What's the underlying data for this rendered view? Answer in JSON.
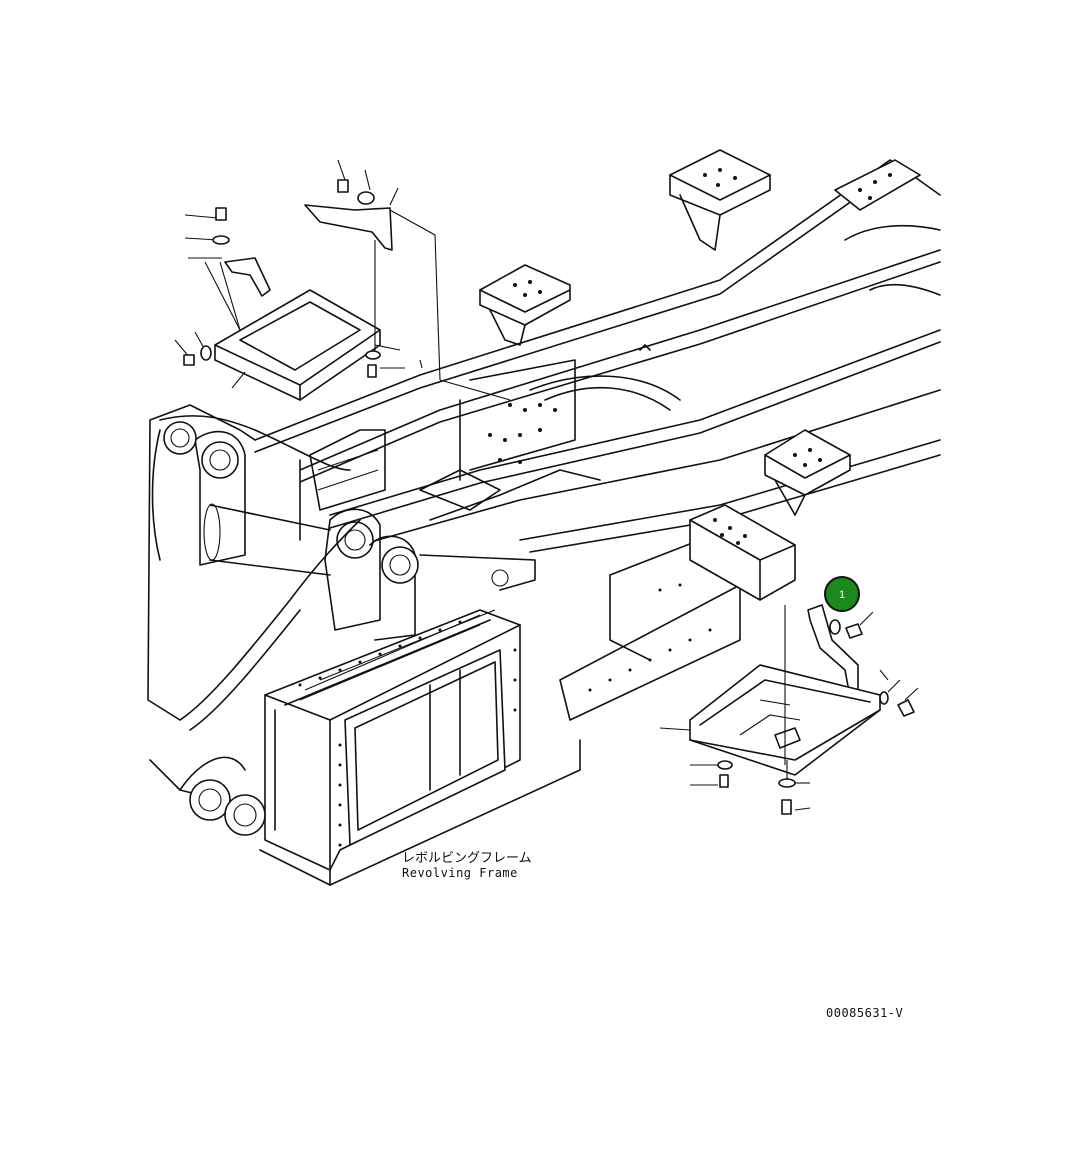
{
  "diagram": {
    "frame_label_jp": "レボルビングフレーム",
    "frame_label_en": "Revolving Frame",
    "drawing_number": "00085631-V",
    "callouts": [
      {
        "label": "1",
        "color": "#1a8a1a"
      }
    ]
  }
}
